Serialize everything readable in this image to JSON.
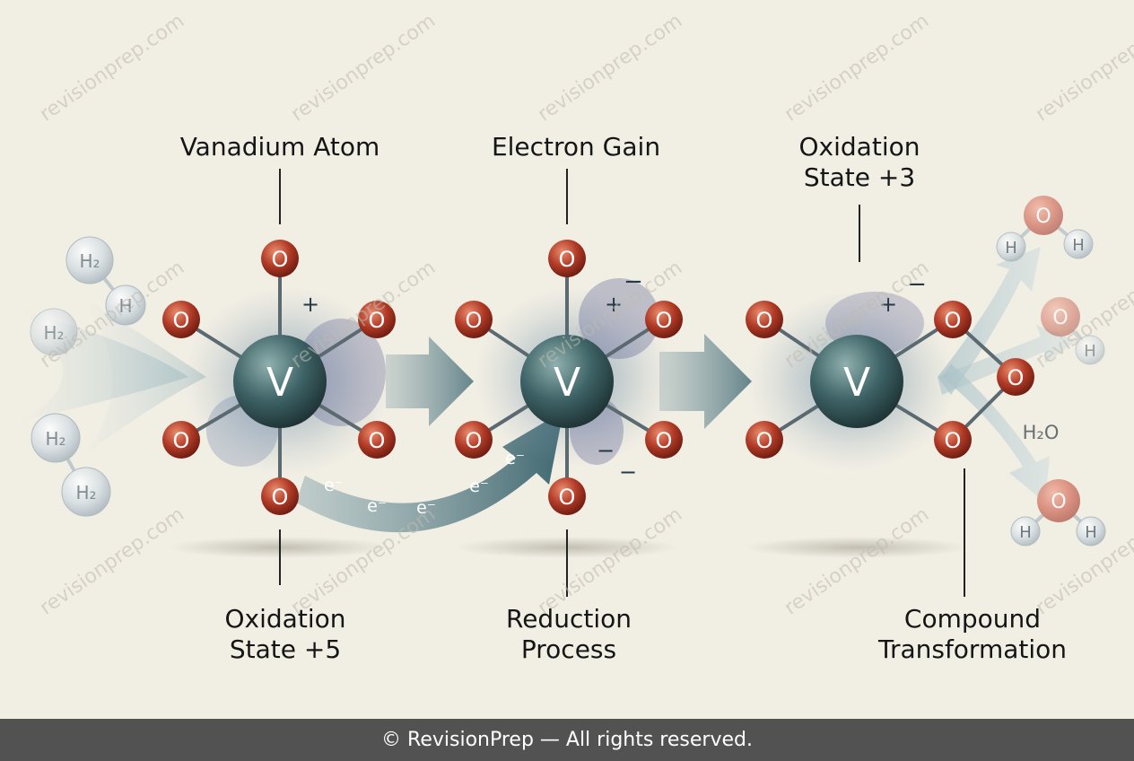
{
  "labels": {
    "vanadium_atom": "Vanadium Atom",
    "electron_gain": "Electron Gain",
    "oxidation_state_3_line1": "Oxidation",
    "oxidation_state_3_line2": "State +3",
    "oxidation_state_5_line1": "Oxidation",
    "oxidation_state_5_line2": "State +5",
    "reduction_line1": "Reduction",
    "reduction_line2": "Process",
    "compound_line1": "Compound",
    "compound_line2": "Transformation"
  },
  "atoms": {
    "vanadium": "V",
    "oxygen": "O",
    "hydrogen": "H",
    "h2": "H₂",
    "water": "H₂O",
    "electron": "e⁻",
    "plus": "+",
    "minus": "−"
  },
  "watermark": "revisionprep.com",
  "footer": "© RevisionPrep — All rights reserved.",
  "colors": {
    "background": "#f1eee4",
    "vanadium": "#3e6366",
    "oxygen": "#b13a26",
    "hydrogen": "#d5dde2",
    "footer_bg": "#525252"
  }
}
